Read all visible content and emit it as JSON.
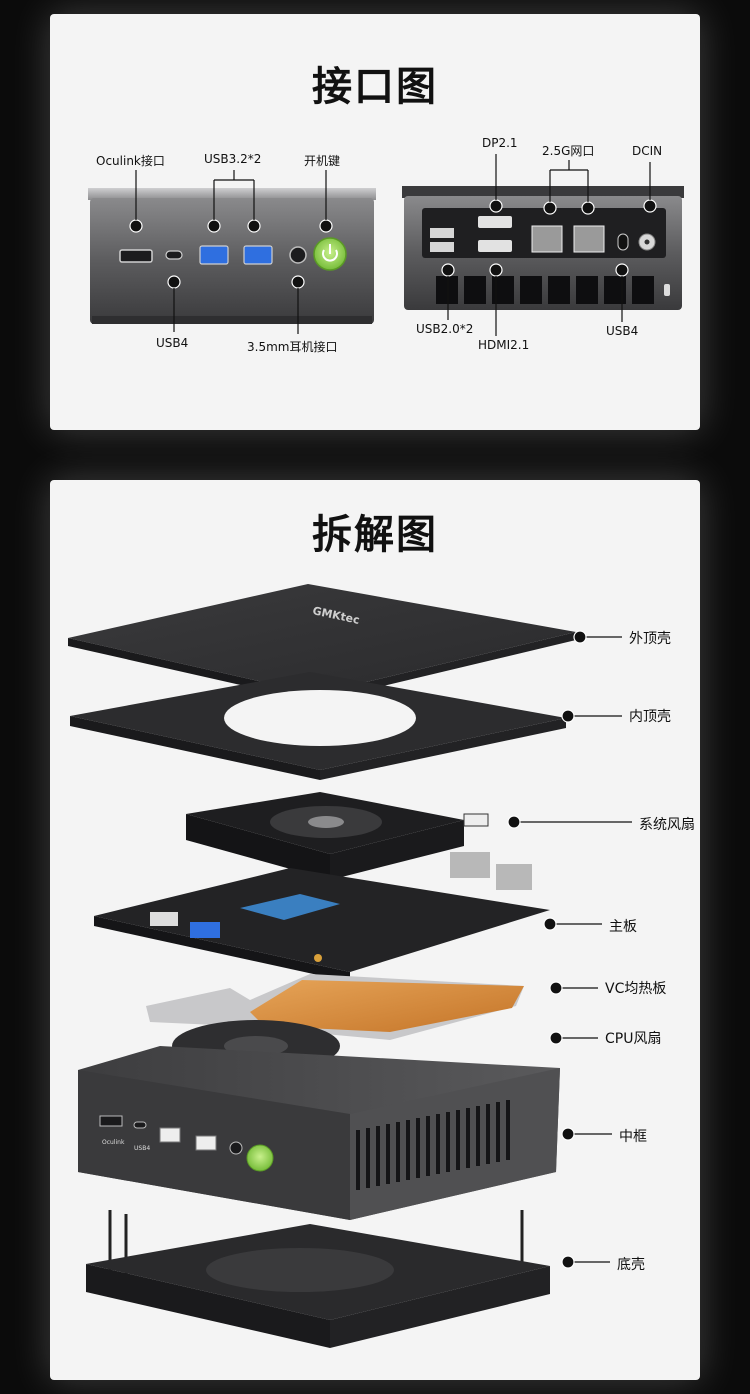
{
  "ports_section": {
    "title": "接口图",
    "front": {
      "top_labels": [
        "Oculink接口",
        "USB3.2*2",
        "开机键"
      ],
      "bottom_labels": [
        "USB4",
        "3.5mm耳机接口"
      ],
      "port_print": [
        "Oculink",
        "USB4"
      ]
    },
    "rear": {
      "top_labels": [
        "DP2.1",
        "2.5G网口",
        "DCIN"
      ],
      "bottom_labels": [
        "USB2.0*2",
        "HDMI2.1",
        "USB4"
      ]
    }
  },
  "teardown_section": {
    "title": "拆解图",
    "brand_text": "GMKtec",
    "components": [
      "外顶壳",
      "内顶壳",
      "系统风扇",
      "主板",
      "VC均热板",
      "CPU风扇",
      "中框",
      "底壳"
    ]
  },
  "colors": {
    "background": "#0b0b0b",
    "panel": "#f4f4f4",
    "power_button_green": "#8fd14f",
    "heatsink_copper": "#d98a3a",
    "case_gray": "#4a4a4c"
  }
}
